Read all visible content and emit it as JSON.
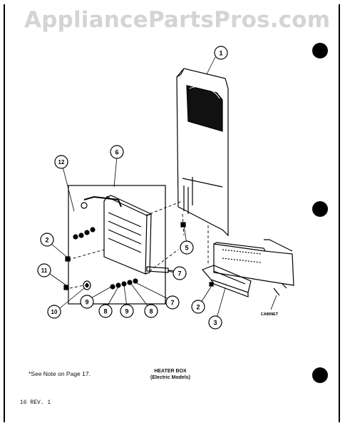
{
  "watermark": "AppliancePartsPros.com",
  "callouts": [
    "1",
    "2",
    "3",
    "2",
    "5",
    "6",
    "7",
    "7",
    "8",
    "8",
    "9",
    "9",
    "10",
    "11",
    "12"
  ],
  "cabinet_label": "CABINET",
  "note": "*See Note on Page 17.",
  "caption": {
    "title": "HEATER BOX",
    "subtitle": "(Electric Models)"
  },
  "page_revision": "16 REV. 1"
}
